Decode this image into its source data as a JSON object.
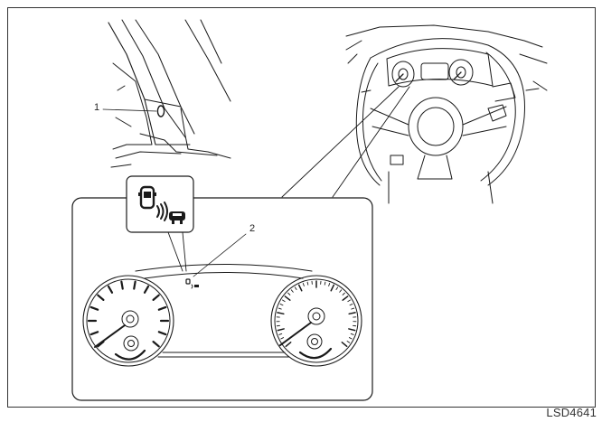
{
  "callouts": {
    "one": "1",
    "two": "2"
  },
  "figure_code": "LSD4641",
  "icons": [
    "blind-spot-warning-icon",
    "sensor-icon",
    "gauge-icon",
    "steering-wheel-icon"
  ],
  "colors": {
    "line": "#1a1a1a",
    "background": "#ffffff"
  }
}
